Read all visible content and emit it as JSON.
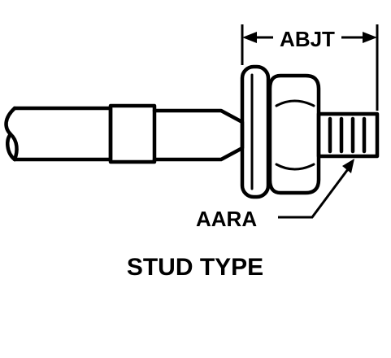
{
  "diagram": {
    "caption": "STUD TYPE",
    "labels": {
      "dimension": "ABJT",
      "callout": "AARA"
    },
    "colors": {
      "ink": "#000000",
      "background": "#ffffff"
    }
  }
}
